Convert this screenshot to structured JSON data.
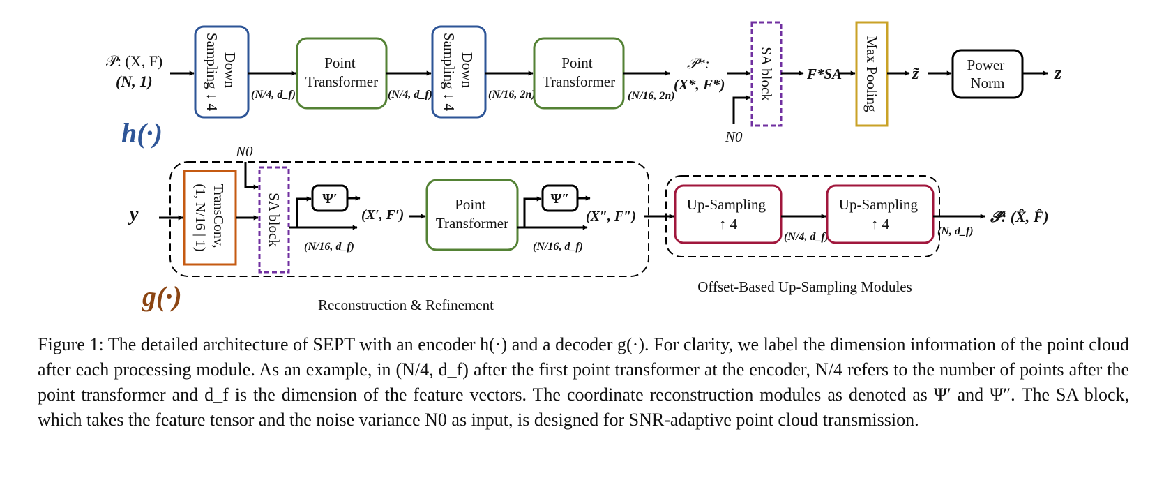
{
  "colors": {
    "downsampling": "#2e5597",
    "point_transformer": "#548235",
    "sa_block": "#7030a0",
    "max_pooling": "#c9a227",
    "transconv": "#c55a11",
    "upsampling": "#a0173c",
    "h_label": "#2e5597",
    "g_label": "#8b4513",
    "gray_text": "#aaaaaa"
  },
  "encoder": {
    "label": "h(·)",
    "input_label": "𝒫: (X, F)",
    "input_dims": "(N, 1)",
    "down1": [
      "Down",
      "Sampling ↓ 4"
    ],
    "dim1": "(N/4, d_f)",
    "pt1": [
      "Point",
      "Transformer"
    ],
    "dim2": "(N/4, d_f)",
    "down2": [
      "Down",
      "Sampling ↓ 4"
    ],
    "dim3": "(N/16, 2n)",
    "pt2": [
      "Point",
      "Transformer"
    ],
    "dim4": "(N/16, 2n)",
    "pstar_label": "𝒫*:",
    "pstar_value": "(X*, F*)",
    "sa_block": "SA block",
    "noise": "N0",
    "fsa": "F*SA",
    "max_pooling": "Max Pooling",
    "ztilde": "z̃",
    "power_norm": [
      "Power",
      "Norm"
    ],
    "z_output": "z"
  },
  "decoder": {
    "label": "g(·)",
    "input": "y",
    "noise": "N0",
    "transconv": [
      "TransConv,",
      "(1, N/16 | 1)"
    ],
    "sa_block": "SA block",
    "psi1": "Ψ′",
    "dim_sa": "(N/16, d_f)",
    "xf1": "(X′, F′)",
    "pt": [
      "Point",
      "Transformer"
    ],
    "psi2": "Ψ″",
    "dim_pt": "(N/16, d_f)",
    "xf2": "(X″, F″)",
    "up1": [
      "Up-Sampling",
      "↑ 4"
    ],
    "dim_up": "(N/4, d_f)",
    "up2": [
      "Up-Sampling",
      "↑ 4"
    ],
    "dim_out": "(N, d_f)",
    "output": "𝒫̂: (X̂, F̂)",
    "group1_label": "Reconstruction & Refinement",
    "group2_label": "Offset-Based Up-Sampling Modules"
  },
  "caption": {
    "text": "Figure 1: The detailed architecture of SEPT with an encoder h(·) and a decoder g(·). For clarity, we label the dimension information of the point cloud after each processing module. As an example, in (N/4, d_f) after the first point transformer at the encoder, N/4 refers to the number of points after the point transformer and d_f is the dimension of the feature vectors. The coordinate reconstruction modules as denoted as Ψ′ and Ψ″. The SA block, which takes the feature tensor and the noise variance N0 as input, is designed for SNR-adaptive point cloud transmission."
  }
}
